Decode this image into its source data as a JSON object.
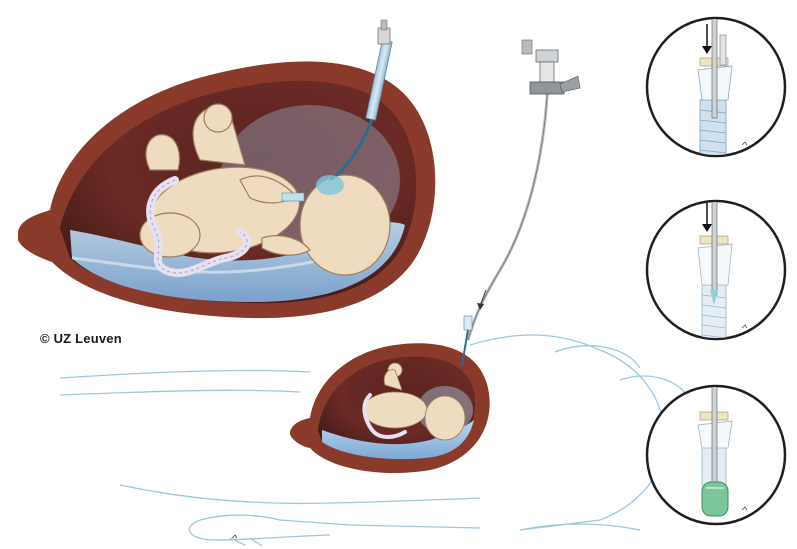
{
  "credit": "© UZ Leuven",
  "panels": [
    {
      "name": "balloon-inflation-step-1"
    },
    {
      "name": "balloon-inflation-step-2"
    },
    {
      "name": "balloon-inflation-step-3"
    }
  ],
  "colors": {
    "uterus_wall": "#8a3a2a",
    "uterus_cavity": "#4a1e1a",
    "amniotic_fluid": "#9cc3e4",
    "fetus_skin": "#efdcc0",
    "outline": "#8ec0dc",
    "balloon": "#7cc79a"
  }
}
